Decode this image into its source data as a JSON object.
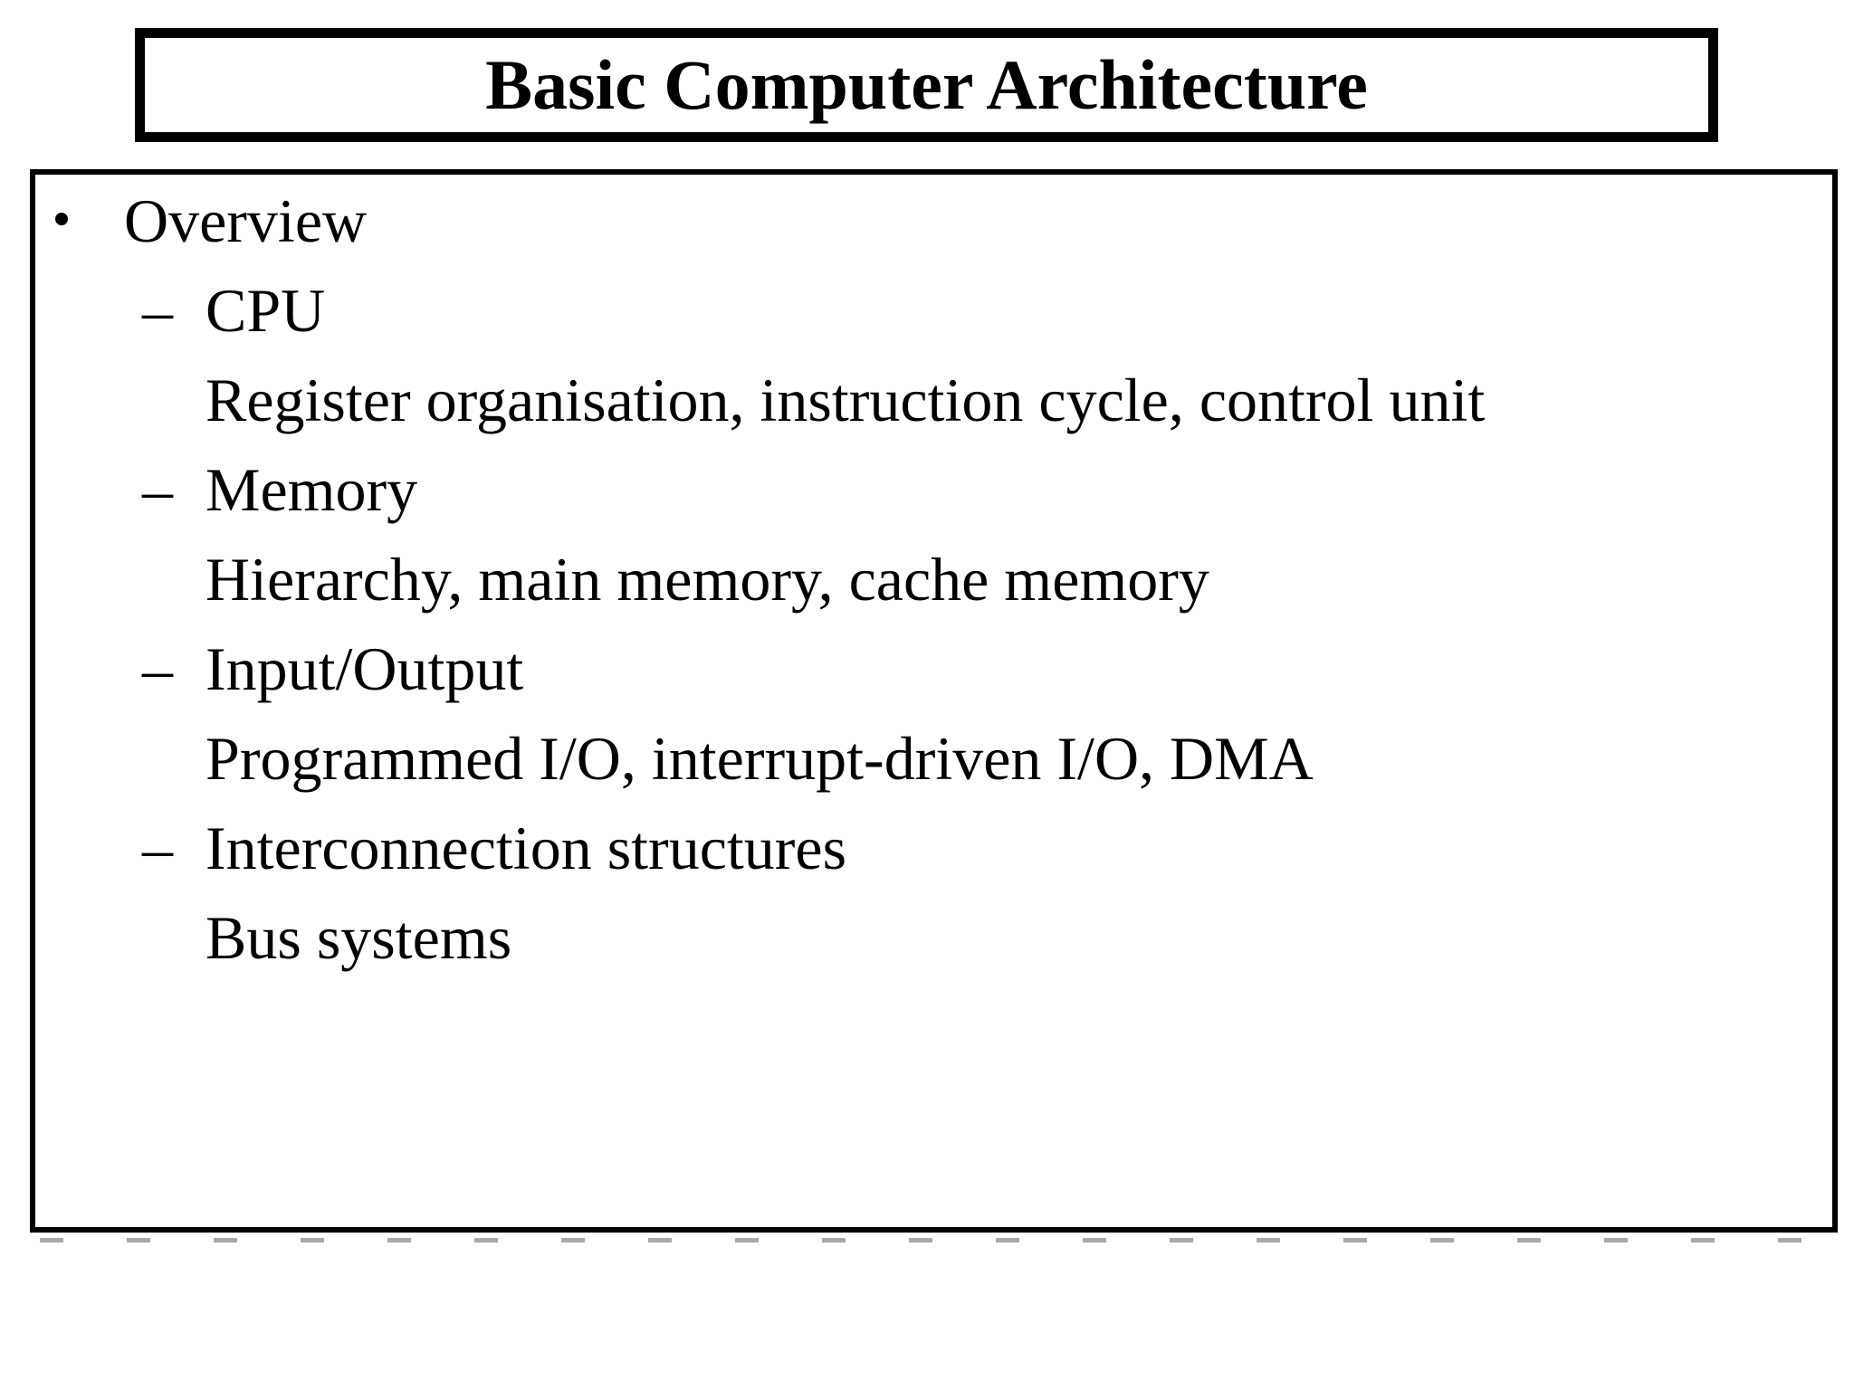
{
  "slide": {
    "colors": {
      "background": "#ffffff",
      "ink": "#000000",
      "shadow": "#a8a8a8"
    },
    "title": {
      "text": "Basic Computer Architecture"
    },
    "outline": {
      "markers": {
        "bullet": "•",
        "dash": "–"
      },
      "items": [
        {
          "level": 1,
          "marker": "bullet",
          "text": "Overview"
        },
        {
          "level": 2,
          "marker": "dash",
          "text": "CPU"
        },
        {
          "level": 2,
          "marker": "none",
          "text": "Register organisation, instruction cycle, control unit"
        },
        {
          "level": 2,
          "marker": "dash",
          "text": "Memory"
        },
        {
          "level": 2,
          "marker": "none",
          "text": "Hierarchy, main memory, cache memory"
        },
        {
          "level": 2,
          "marker": "dash",
          "text": "Input/Output"
        },
        {
          "level": 2,
          "marker": "none",
          "text": "Programmed I/O, interrupt-driven I/O, DMA"
        },
        {
          "level": 2,
          "marker": "dash",
          "text": "Interconnection structures"
        },
        {
          "level": 2,
          "marker": "none",
          "text": "Bus systems"
        }
      ]
    }
  }
}
